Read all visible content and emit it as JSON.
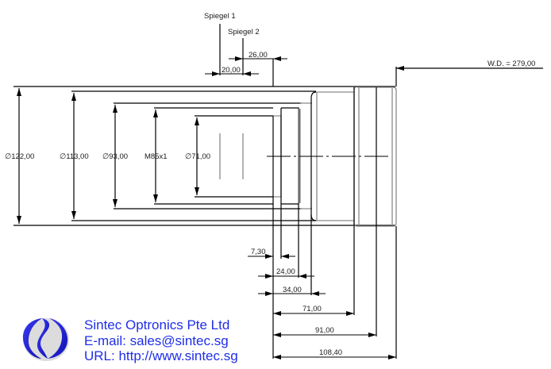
{
  "drawing": {
    "mirror_labels": {
      "mirror1": "Spiegel 1",
      "mirror2": "Spiegel 2"
    },
    "diameters": {
      "d122": "∅122,00",
      "d113": "∅113,00",
      "d93": "∅93,00",
      "thread": "M85x1",
      "d71": "∅71,00"
    },
    "top_dimensions": {
      "mirror_spacing": "20,00",
      "mirror2_offset": "26,00",
      "working_distance": "W.D. = 279,00"
    },
    "bottom_dimensions": {
      "d7_30": "7,30",
      "d24": "24,00",
      "d34": "34,00",
      "d71": "71,00",
      "d91": "91,00",
      "d108_40": "108,40"
    }
  },
  "company": {
    "name": "Sintec Optronics Pte Ltd",
    "email_line": "E-mail: sales@sintec.sg",
    "url_line": "URL: http://www.sintec.sg",
    "brand_color": "#1f2ee8"
  }
}
